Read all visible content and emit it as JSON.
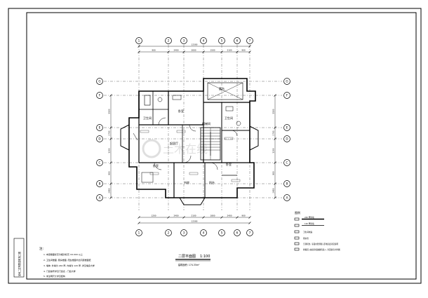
{
  "sheet": {
    "title": "二层平面图",
    "scale": "1:100",
    "area_note": "建筑面积: 174.35m²",
    "title_block_text": "某地二层别墅建筑施工图"
  },
  "notes": {
    "heading": "注:",
    "items": [
      "1. 本层楼面标高为相对标高 ±0.000 以上",
      "2. 卫生间楼面, 厨房楼面, 阳台楼面均比同层楼面低",
      "3. 墙体: 外墙为 240 厚, 内墙为 120 厚, 详见墙身大样",
      "4. 门窗编号详见门窗表 , 门窗大样",
      "5. 未注明尺寸详见结构"
    ]
  },
  "legend": {
    "heading": "图例",
    "items": [
      {
        "label": "240 厚砖墙"
      },
      {
        "label": "120 厚砖墙"
      },
      {
        "label": "卫生间地漏"
      },
      {
        "label": "雨水管"
      },
      {
        "label": "空调机位, 冷凝水管预留, 距地高度详见说明"
      },
      {
        "label": "排烟道, 由厨房吸油烟机接入, 详见厨房大样图"
      }
    ]
  },
  "axes": {
    "top": [
      "1",
      "2",
      "3",
      "4",
      "5",
      "6",
      "7"
    ],
    "bottom": [
      "1",
      "2",
      "3",
      "4",
      "5",
      "6",
      "7"
    ],
    "left": [
      "G",
      "F",
      "E",
      "D",
      "C",
      "B",
      "A"
    ],
    "right": [
      "G",
      "F",
      "E",
      "D",
      "C",
      "B",
      "A"
    ]
  },
  "dimensions": {
    "top_segments": [
      "900",
      "2400",
      "3000",
      "1500",
      "2100",
      "900"
    ],
    "top_overall": "12300",
    "bottom_segments": [
      "1200",
      "2400",
      "2100",
      "1800",
      "2400",
      "900"
    ],
    "bottom_overall": "12300",
    "left_segments": [
      "1500",
      "2700",
      "1200",
      "900",
      "2400"
    ],
    "right_segments": [
      "1500",
      "2700",
      "1200",
      "900",
      "2400"
    ]
  },
  "rooms": {
    "bedroom_1": "卧室",
    "bedroom_2": "卧室",
    "bedroom_3": "卧室",
    "study": "书房",
    "bath_1": "卫生间",
    "bath_2": "卫生间",
    "stair": "楼梯间",
    "terrace": "露台",
    "balcony": "阳台",
    "hall": "起居厅"
  },
  "watermark": "土木在线"
}
